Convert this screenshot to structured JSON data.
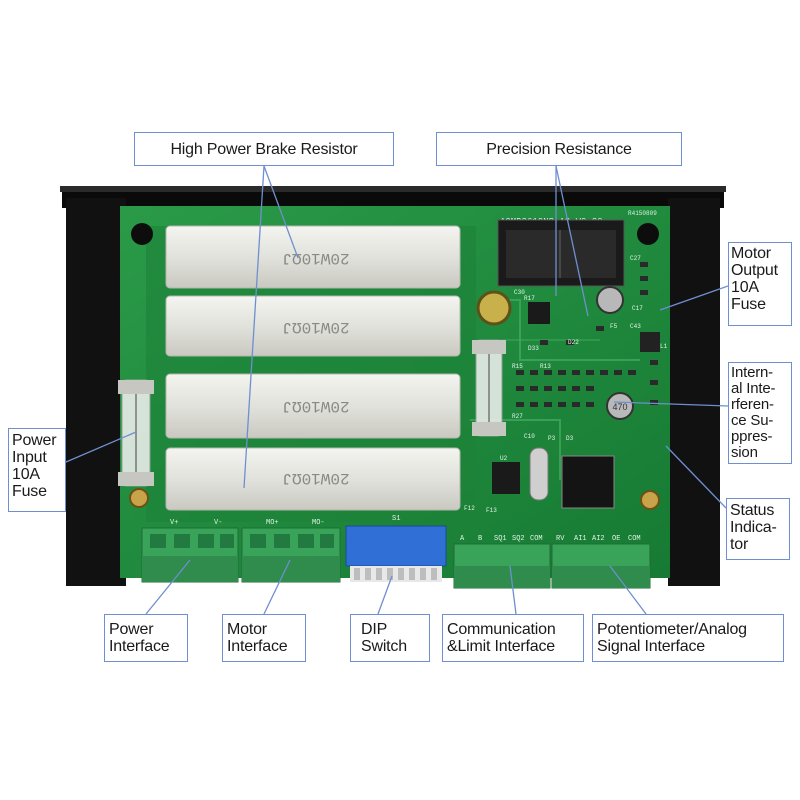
{
  "board": {
    "model_text": "AQMD3610NS-A2 V0.90",
    "date_code": "R4150809",
    "resistor_rating": "20W10ΩJ",
    "terminal_pins": {
      "power": [
        "V+",
        "V-"
      ],
      "motor": [
        "MO+",
        "MO-"
      ],
      "dip": "S1",
      "comm": [
        "A",
        "B",
        "SQ1",
        "SQ2",
        "COM"
      ],
      "analog": [
        "RV",
        "AI1",
        "AI2",
        "OE",
        "COM"
      ]
    },
    "fuse_labels": [
      "F12",
      "F13"
    ],
    "component_labels": [
      "C30",
      "C27",
      "R17",
      "D22",
      "D33",
      "L1",
      "U2",
      "C43",
      "C17",
      "R15",
      "R13",
      "R27",
      "C10",
      "P3",
      "D3",
      "F5"
    ],
    "capacitor_text": "470"
  },
  "callouts": {
    "brake_resistor": "High Power Brake Resistor",
    "precision_resistance": "Precision Resistance",
    "motor_fuse": "Motor\nOutput\n10A\nFuse",
    "interference": "Intern-\nal Inte-\nrferen-\nce Su-\nppres-\nsion",
    "status": "Status\nIndica-\ntor",
    "power_fuse": "Power\nInput\n10A\nFuse",
    "power_interface": "Power\nInterface",
    "motor_interface": "Motor\nInterface",
    "dip_switch": "DIP\nSwitch",
    "comm_interface": "Communication\n&Limit Interface",
    "pot_interface": "Potentiometer/Analog\nSignal Interface"
  },
  "colors": {
    "pcb_green": "#1e8a3c",
    "enclosure": "#111111",
    "terminal_green": "#3aa35a",
    "dip_blue": "#2f6fd6",
    "callout_line": "#6f8fd0"
  }
}
